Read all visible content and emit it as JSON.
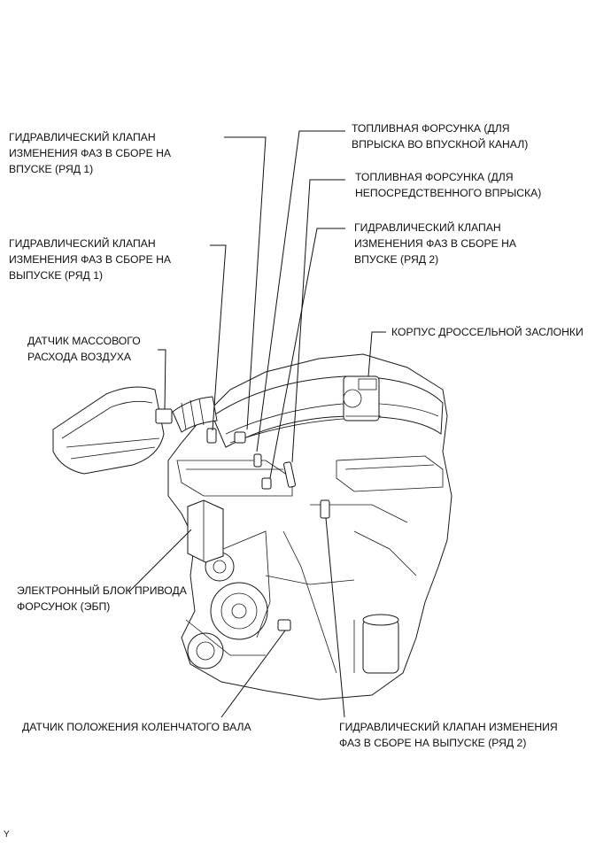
{
  "labels": {
    "vvt_intake_b1": "ГИДРАВЛИЧЕСКИЙ КЛАПАН\nИЗМЕНЕНИЯ ФАЗ В СБОРЕ НА\nВПУСКЕ (РЯД 1)",
    "vvt_exhaust_b1": "ГИДРАВЛИЧЕСКИЙ КЛАПАН\nИЗМЕНЕНИЯ ФАЗ В СБОРЕ НА\nВЫПУСКЕ (РЯД 1)",
    "maf_sensor": "ДАТЧИК МАССОВОГО\nРАСХОДА ВОЗДУХА",
    "injector_port": "ТОПЛИВНАЯ ФОРСУНКА (ДЛЯ\nВПРЫСКА ВО ВПУСКНОЙ КАНАЛ)",
    "injector_direct": "ТОПЛИВНАЯ ФОРСУНКА (ДЛЯ\nНЕПОСРЕДСТВЕННОГО ВПРЫСКА)",
    "vvt_intake_b2": "ГИДРАВЛИЧЕСКИЙ КЛАПАН\nИЗМЕНЕНИЯ ФАЗ В СБОРЕ НА\nВПУСКЕ (РЯД 2)",
    "throttle_body": "КОРПУС ДРОССЕЛЬНОЙ ЗАСЛОНКИ",
    "edu": "ЭЛЕКТРОННЫЙ БЛОК ПРИВОДА\nФОРСУНОК (ЭБП)",
    "ckp_sensor": "ДАТЧИК ПОЛОЖЕНИЯ КОЛЕНЧАТОГО ВАЛА",
    "vvt_exhaust_b2": "ГИДРАВЛИЧЕСКИЙ КЛАПАН ИЗМЕНЕНИЯ\nФАЗ В СБОРЕ НА ВЫПУСКЕ (РЯД 2)"
  },
  "figure_code": "Y"
}
